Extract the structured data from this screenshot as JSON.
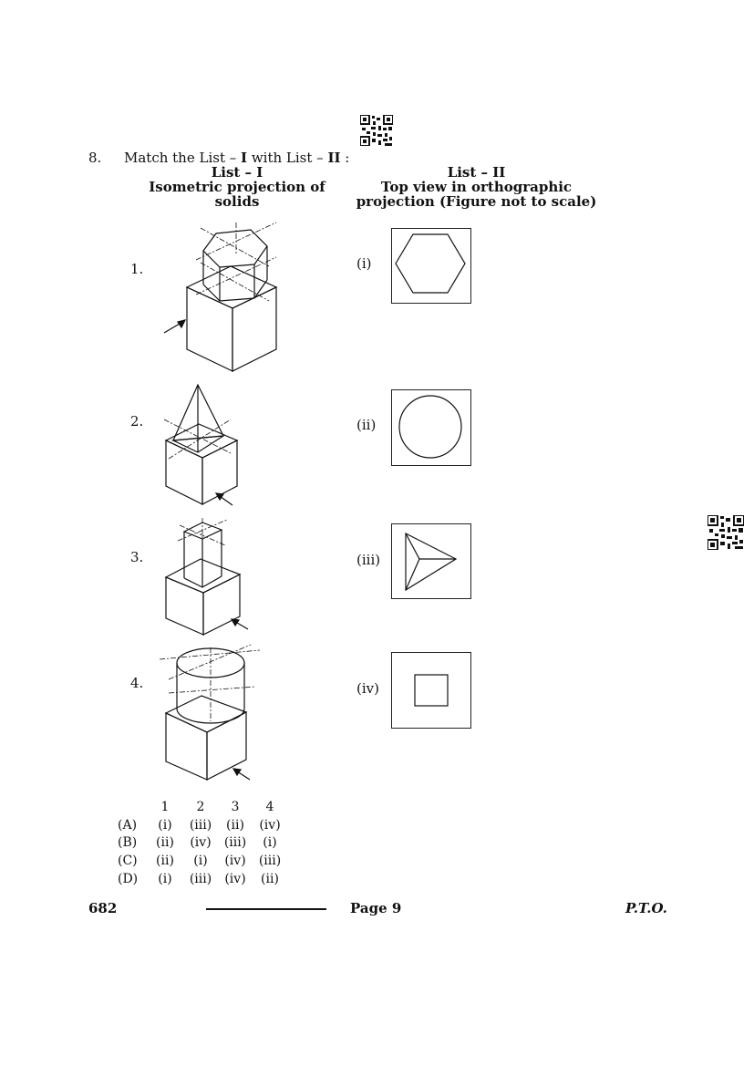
{
  "question": {
    "number": "8.",
    "stem_prefix": "Match the List – ",
    "stem_list1": "I",
    "stem_mid": " with List – ",
    "stem_list2": "II",
    "stem_suffix": " :"
  },
  "list1": {
    "heading": "List – I",
    "subheading_line1": "Isometric projection of",
    "subheading_line2": "solids",
    "items": [
      "1.",
      "2.",
      "3.",
      "4."
    ]
  },
  "list2": {
    "heading": "List – II",
    "subheading_line1": "Top view in orthographic",
    "subheading_line2": "projection (Figure not to scale)",
    "items": [
      "(i)",
      "(ii)",
      "(iii)",
      "(iv)"
    ]
  },
  "options": {
    "header": [
      "1",
      "2",
      "3",
      "4"
    ],
    "rows": [
      {
        "label": "(A)",
        "values": [
          "(i)",
          "(iii)",
          "(ii)",
          "(iv)"
        ]
      },
      {
        "label": "(B)",
        "values": [
          "(ii)",
          "(iv)",
          "(iii)",
          "(i)"
        ]
      },
      {
        "label": "(C)",
        "values": [
          "(ii)",
          "(i)",
          "(iv)",
          "(iii)"
        ]
      },
      {
        "label": "(D)",
        "values": [
          "(i)",
          "(iii)",
          "(iv)",
          "(ii)"
        ]
      }
    ]
  },
  "footer": {
    "code": "682",
    "page": "Page 9",
    "pto": "P.T.O."
  }
}
